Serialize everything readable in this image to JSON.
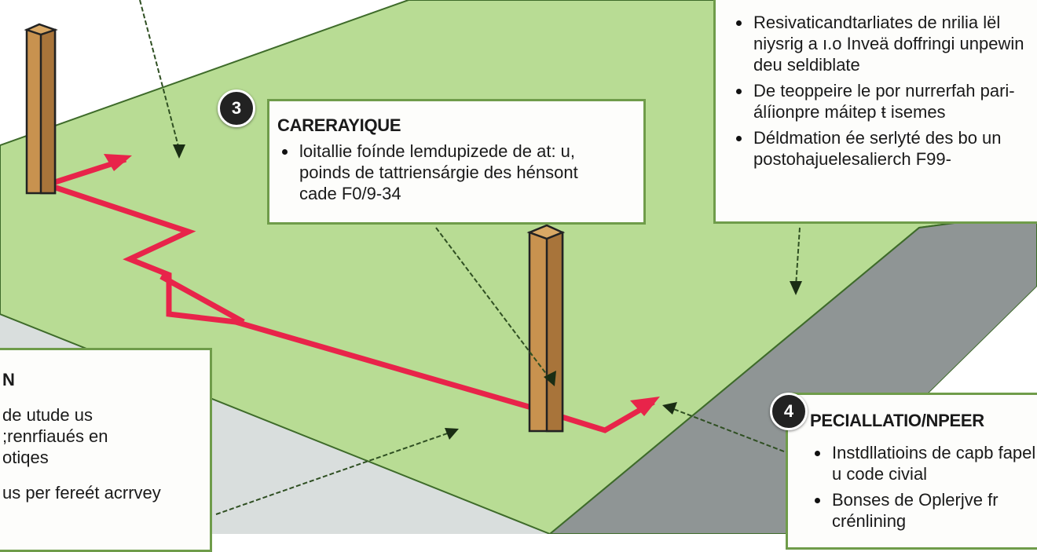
{
  "colors": {
    "grass": "#b8dc94",
    "grass_border": "#3e6b2a",
    "road": "#8f9595",
    "pavement": "#d9dedd",
    "boundary_line": "#e8244a",
    "post": "#c8924f",
    "box_border": "#6f9c4a",
    "badge": "#222222"
  },
  "callout_3": {
    "number": "3",
    "title": "CARERAYIQUE",
    "bullets": [
      "loitallie foínde lemdupizede de at: u, poinds de tattriensárgie des hénsont cade F0/9-34"
    ]
  },
  "callout_top_right": {
    "bullets": [
      "Resivaticandtarliates de nrilia lël niysrig a ı.o Inveä doffringi unpewin deu seldiblate",
      "De teoppeire le por nurrerfah pari-álíionpre máitep ŧ isemes",
      "Déldmation ée serlyté des bo un postohajuelesalierch F99-"
    ]
  },
  "callout_left": {
    "title": "N",
    "bullets": [
      "de utude us ;renrfiaués en otiqes",
      "us per fereét acrrvey"
    ]
  },
  "callout_4": {
    "number": "4",
    "title": "PECIALLATIO/NPEER",
    "bullets": [
      "Instdllatioins de capb fapel á u code civial",
      "Bonses de Oplerjve fr crénlining"
    ]
  }
}
